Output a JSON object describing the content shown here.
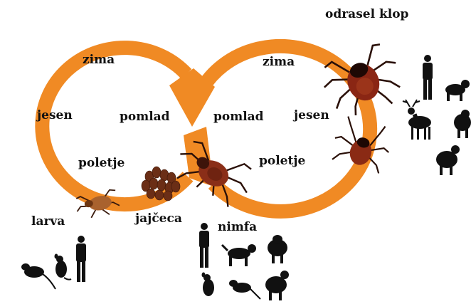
{
  "labels": {
    "adult_tick": "odrasel klop",
    "left_loop": {
      "winter": "zima",
      "autumn": "jesen",
      "spring": "pomlad",
      "summer": "poletje"
    },
    "right_loop": {
      "winter": "zima",
      "autumn": "jesen",
      "spring": "pomlad",
      "summer": "poletje"
    },
    "larva": "larva",
    "eggs": "jajčeca",
    "nymph": "nimfa"
  },
  "colors": {
    "cycle_arrow": "#f08a24",
    "tick_body": "#7a2a16",
    "silhouette": "#111111",
    "label_text": "#111111"
  },
  "icons": {
    "larva_hosts": [
      "rat-icon",
      "mouse-icon",
      "human-icon"
    ],
    "nymph_hosts": [
      "human-icon",
      "dog-icon",
      "sheep-icon",
      "mouse-icon",
      "rat-icon",
      "sheep-icon"
    ],
    "adult_hosts": [
      "human-icon",
      "dog-icon",
      "deer-icon",
      "sheep-icon",
      "sheep-icon"
    ]
  }
}
